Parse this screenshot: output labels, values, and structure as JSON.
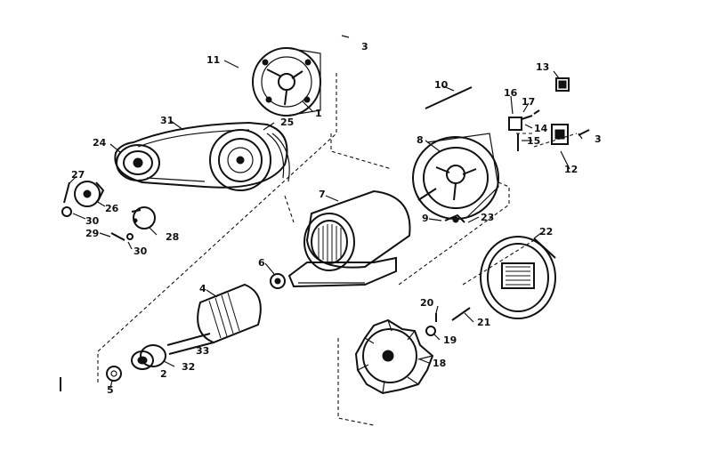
{
  "labels": {
    "l1": "1",
    "l2": "2",
    "l3a": "3",
    "l3b": "3",
    "l4": "4",
    "l5": "5",
    "l6": "6",
    "l7": "7",
    "l8": "8",
    "l9": "9",
    "l10": "10",
    "l11": "11",
    "l12": "12",
    "l13": "13",
    "l14": "14",
    "l15": "15",
    "l16": "16",
    "l17": "17",
    "l18": "18",
    "l19": "19",
    "l20": "20",
    "l21": "21",
    "l22": "22",
    "l23": "23",
    "l24": "24",
    "l25": "25",
    "l26": "26",
    "l27": "27",
    "l28": "28",
    "l29": "29",
    "l30a": "30",
    "l30b": "30",
    "l31": "31",
    "l32": "32",
    "l33": "33"
  }
}
